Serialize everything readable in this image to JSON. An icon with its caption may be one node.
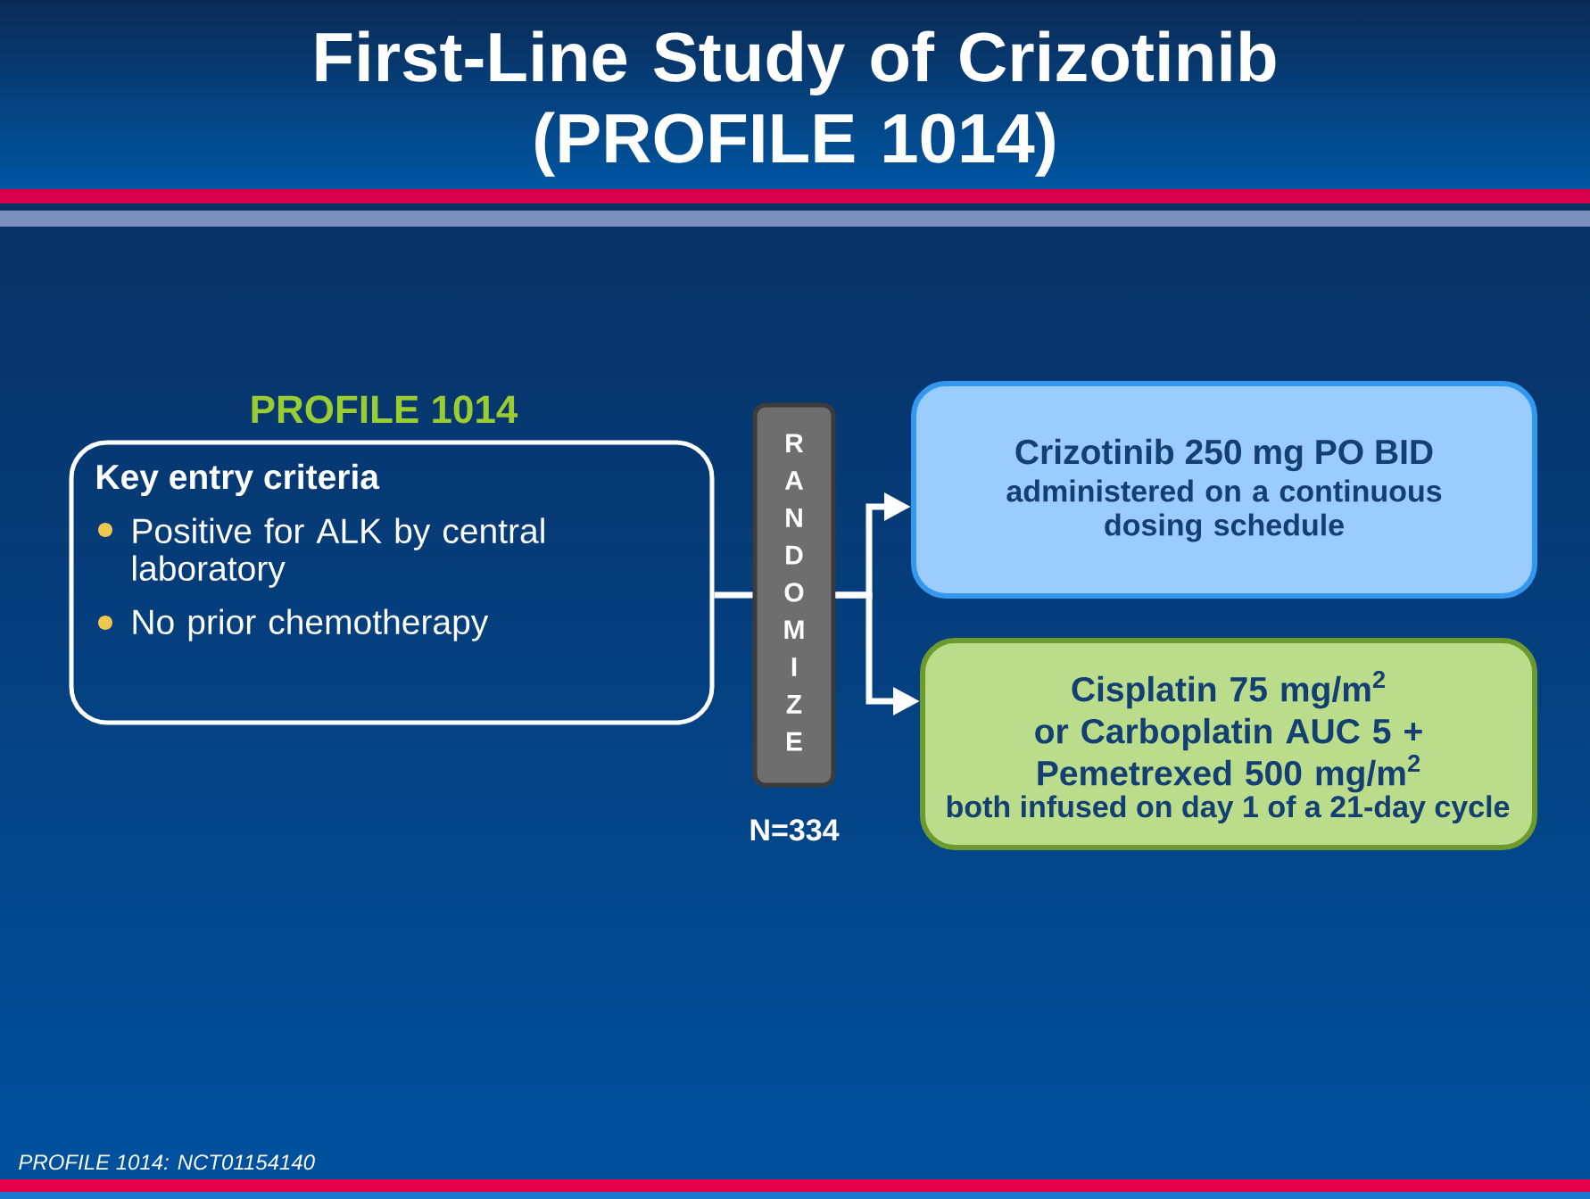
{
  "diagram": {
    "title": "First-Line Study of Crizotinib (PROFILE 1014)",
    "nodes": [
      {
        "text": [
          "PROFILE 1014",
          "Key entry criteria",
          "Positive for ALK by central laboratory",
          "No prior chemotherapy"
        ]
      },
      {
        "text": [
          "R A N D O M I Z E"
        ],
        "beside": [
          "N=334"
        ]
      },
      {
        "text": [
          "Crizotinib 250 mg PO BID",
          "administered on a continuous dosing schedule"
        ]
      },
      {
        "text": [
          "Cisplatin 75 mg/m$^{2}$ or Carboplatin AUC 5 + Pemetrexed 500 mg/m$^{2}$",
          "both infused on day 1 of a 21-day cycle"
        ]
      }
    ],
    "edges": [
      {
        "from": 0,
        "to": 1,
        "arrow": "none"
      },
      {
        "from": 1,
        "to": 2,
        "arrow": "to"
      },
      {
        "from": 1,
        "to": 3,
        "arrow": "to"
      }
    ],
    "labels": [
      "PROFILE 1014: NCT01154140"
    ]
  }
}
